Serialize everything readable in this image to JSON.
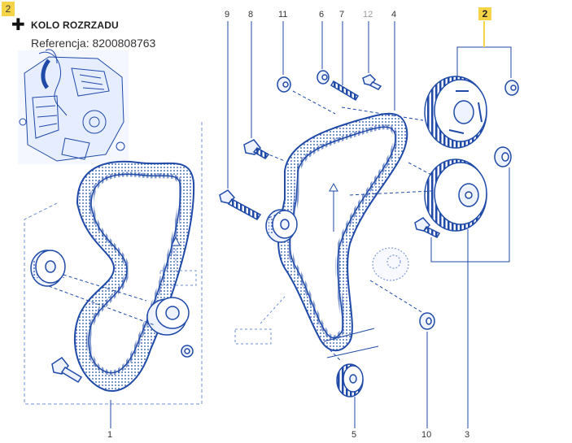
{
  "corner_badge": "2",
  "part": {
    "name": "KOLO ROZRZADU",
    "reference": "Referencja: 8200808763",
    "add_icon": "plus-icon"
  },
  "callouts": {
    "c9": "9",
    "c8": "8",
    "c11": "11",
    "c6": "6",
    "c7": "7",
    "c12": "12",
    "c4": "4",
    "c2": "2",
    "c1": "1",
    "c5": "5",
    "c10": "10",
    "c3": "3"
  },
  "colors": {
    "line": "#1f4aa8",
    "fill": "#eef3ff",
    "highlight": "#f5d547",
    "dash": "#6e8fd0"
  }
}
